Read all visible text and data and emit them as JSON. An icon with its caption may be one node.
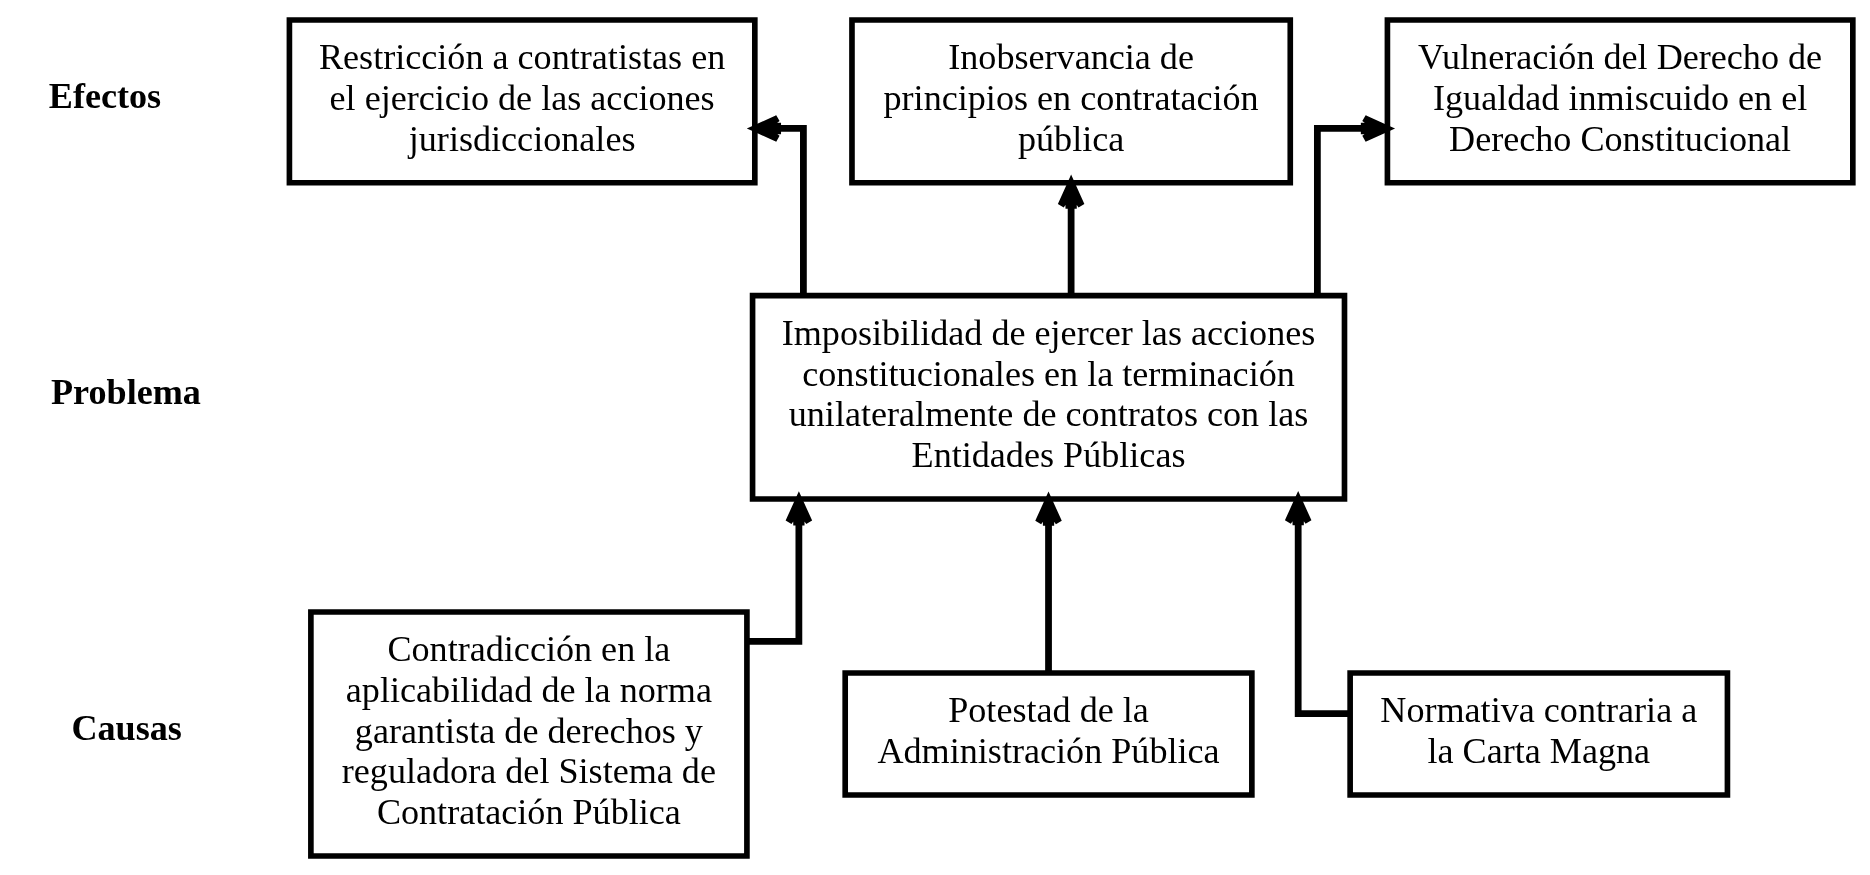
{
  "diagram": {
    "nodes": [
      {
        "text": [
          "Restricción a contratistas en el ejercicio de las acciones jurisdiccionales"
        ]
      },
      {
        "text": [
          "Inobservancia de principios en contratación pública"
        ]
      },
      {
        "text": [
          "Vulneración del Derecho de Igualdad inmiscuido en el Derecho Constitucional"
        ]
      },
      {
        "text": [
          "Imposibilidad de ejercer las acciones constitucionales en la terminación unilateralmente de contratos con las Entidades Públicas"
        ]
      },
      {
        "text": [
          "Contradicción en la aplicabilidad de la norma garantista de derechos y reguladora del Sistema de Contratación Pública"
        ]
      },
      {
        "text": [
          "Potestad de la Administración Pública"
        ]
      },
      {
        "text": [
          "Normativa contraria a la Carta Magna"
        ]
      }
    ],
    "edges": [
      {
        "from": 3,
        "to": 0,
        "arrow": "to"
      },
      {
        "from": 3,
        "to": 1,
        "arrow": "to"
      },
      {
        "from": 3,
        "to": 2,
        "arrow": "to"
      },
      {
        "from": 4,
        "to": 3,
        "arrow": "to"
      },
      {
        "from": 5,
        "to": 3,
        "arrow": "to"
      },
      {
        "from": 6,
        "to": 3,
        "arrow": "to"
      }
    ],
    "labels": [
      "Efectos",
      "Problema",
      "Causas"
    ]
  }
}
